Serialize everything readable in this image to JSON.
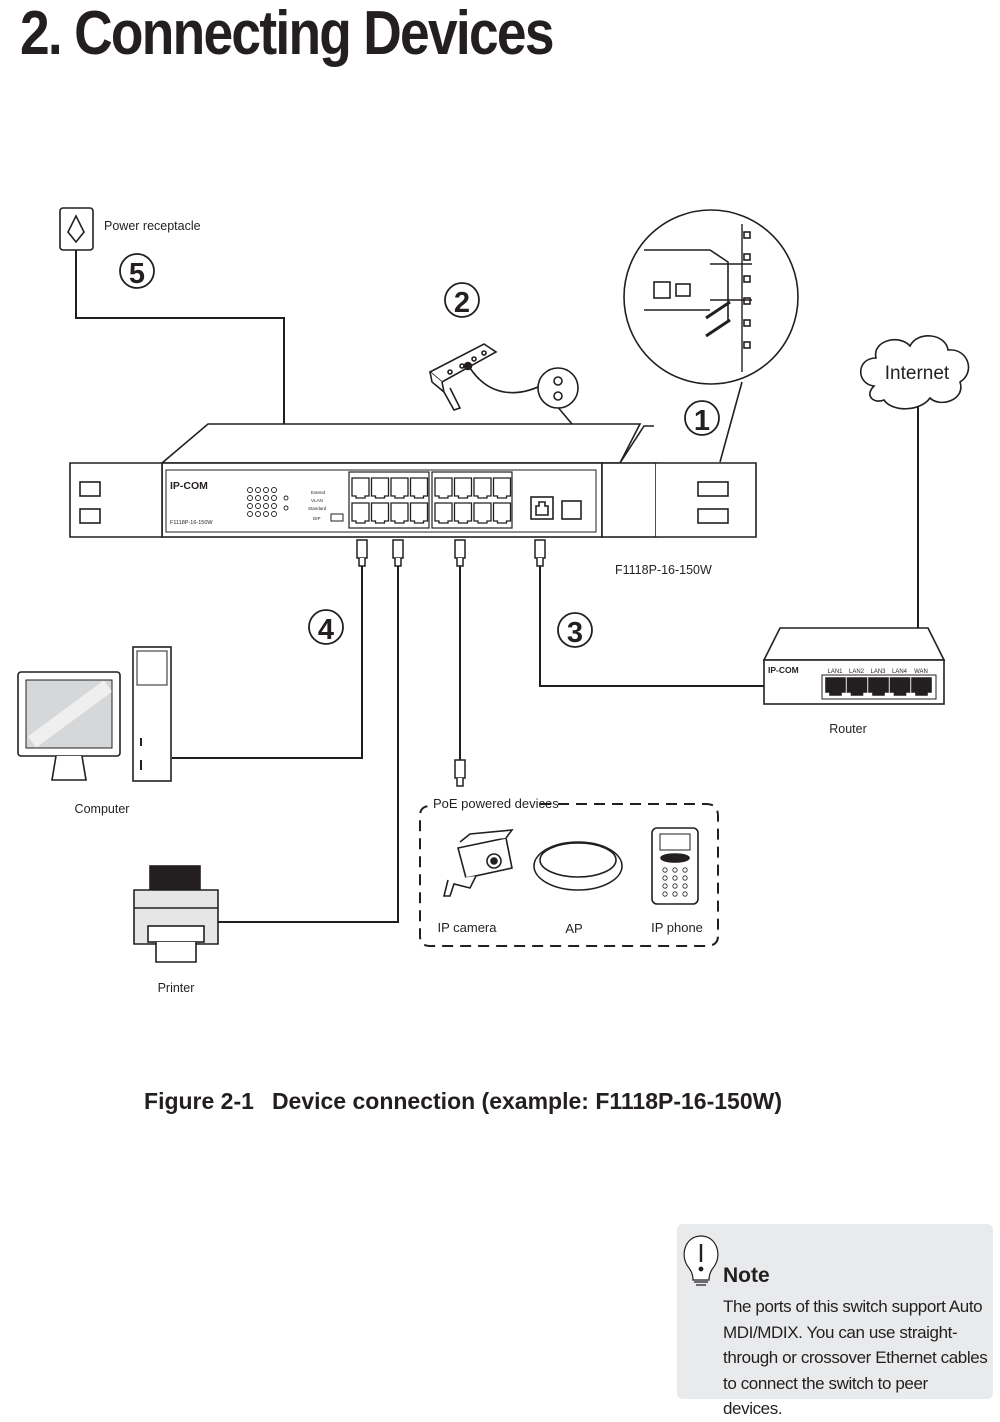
{
  "page": {
    "title": "2. Connecting Devices"
  },
  "diagram": {
    "labels": {
      "power_receptacle": "Power receptacle",
      "internet": "Internet",
      "switch_model": "F1118P-16-150W",
      "router": "Router",
      "computer": "Computer",
      "printer": "Printer",
      "poe_group": "PoE powered devices",
      "ip_camera": "IP camera",
      "ap": "AP",
      "ip_phone": "IP phone"
    },
    "steps": [
      "1",
      "2",
      "3",
      "4",
      "5"
    ],
    "switch_panel": {
      "brand": "IP-COM",
      "model": "F1118P-16-150W",
      "legend": [
        "Extend",
        "VLAN",
        "Standard",
        "DIP"
      ]
    },
    "router_panel": {
      "brand": "IP-COM",
      "ports": [
        "LAN1",
        "LAN2",
        "LAN3",
        "LAN4",
        "WAN"
      ]
    }
  },
  "figure": {
    "number": "Figure 2-1",
    "caption": "Device connection (example:  F1118P-16-150W)"
  },
  "note": {
    "title": "Note",
    "text": "The ports of this switch support Auto MDI/MDIX. You can use straight-through or crossover Ethernet cables to connect the switch to peer devices."
  }
}
